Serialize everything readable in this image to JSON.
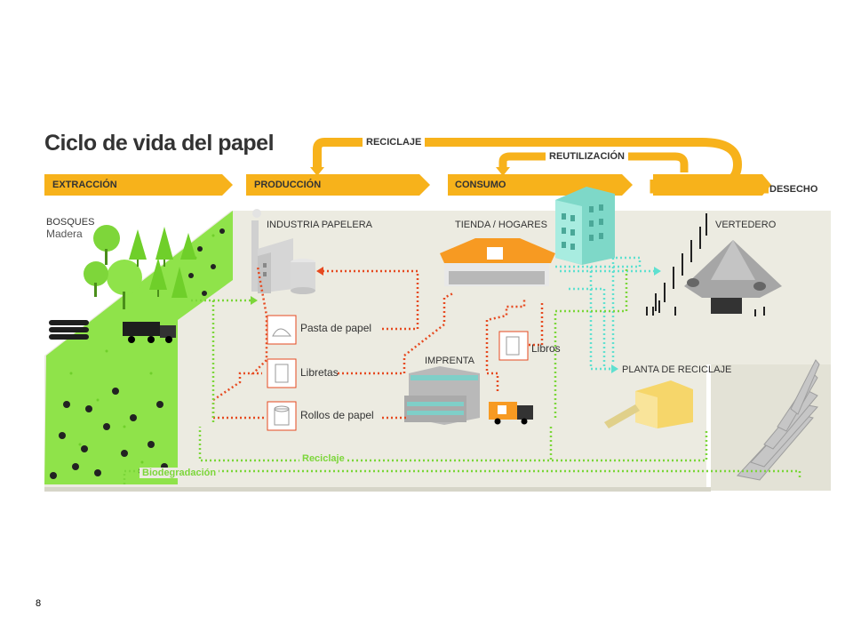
{
  "title": "Ciclo de vida del papel",
  "stages": [
    {
      "label": "EXTRACCIÓN"
    },
    {
      "label": "PRODUCCIÓN"
    },
    {
      "label": "CONSUMO"
    },
    {
      "label": "DESECHO"
    }
  ],
  "loops": {
    "recycle": "RECICLAJE",
    "reuse": "REUTILIZACIÓN"
  },
  "places": {
    "forest": "BOSQUES",
    "forest_sub": "Madera",
    "mill": "INDUSTRIA PAPELERA",
    "store": "TIENDA / HOGARES",
    "landfill": "VERTEDERO",
    "printer": "IMPRENTA",
    "recycling_plant": "PLANTA DE RECICLAJE"
  },
  "products": [
    {
      "label": "Pasta de papel"
    },
    {
      "label": "Libretas"
    },
    {
      "label": "Rollos de papel"
    }
  ],
  "books": "Libros",
  "flows": {
    "recycle": "Reciclaje",
    "biodegradation": "Biodegradación"
  },
  "page_number": "8",
  "colors": {
    "orange": "#f7b21b",
    "ground": "#ecebe1",
    "green": "#7cd63a",
    "red_flow": "#e64a20",
    "cyan_flow": "#5fe0d0"
  }
}
